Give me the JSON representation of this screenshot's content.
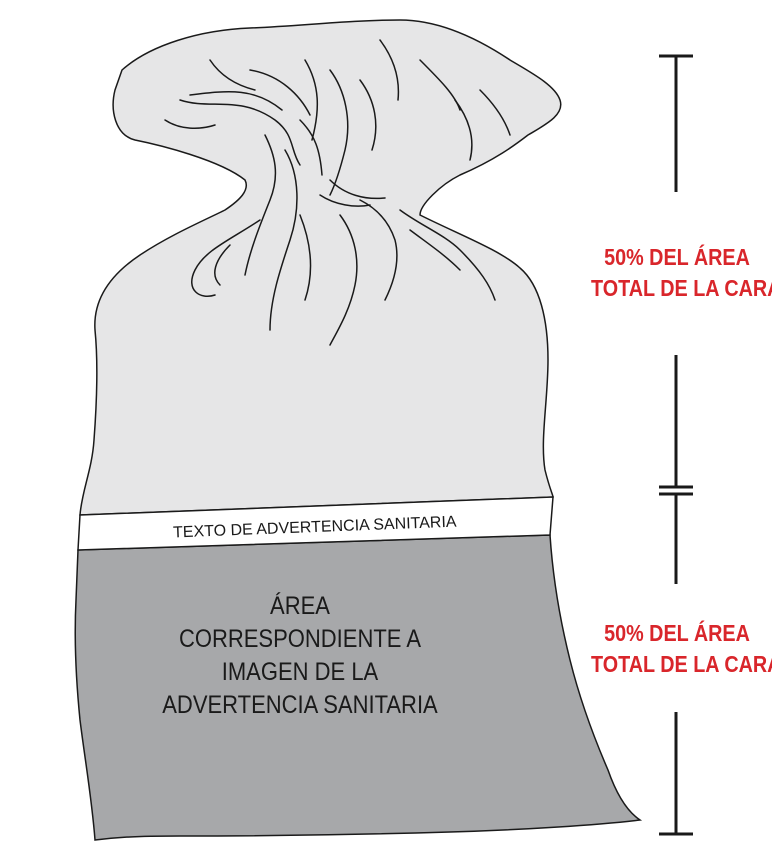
{
  "diagram": {
    "band_text": "TEXTO DE ADVERTENCIA SANITARIA",
    "image_area_lines": [
      "ÁREA",
      "CORRESPONDIENTE A",
      "IMAGEN DE LA",
      "ADVERTENCIA SANITARIA"
    ],
    "top_label_lines": [
      "50% DEL ÁREA",
      "TOTAL DE LA CARA"
    ],
    "bottom_label_lines": [
      "50% DEL ÁREA",
      "TOTAL DE LA CARA"
    ],
    "colors": {
      "bag_top": "#e6e6e7",
      "image_area": "#a7a8aa",
      "outline": "#1a1a1a",
      "label_red": "#d9262b",
      "band": "#ffffff"
    }
  }
}
